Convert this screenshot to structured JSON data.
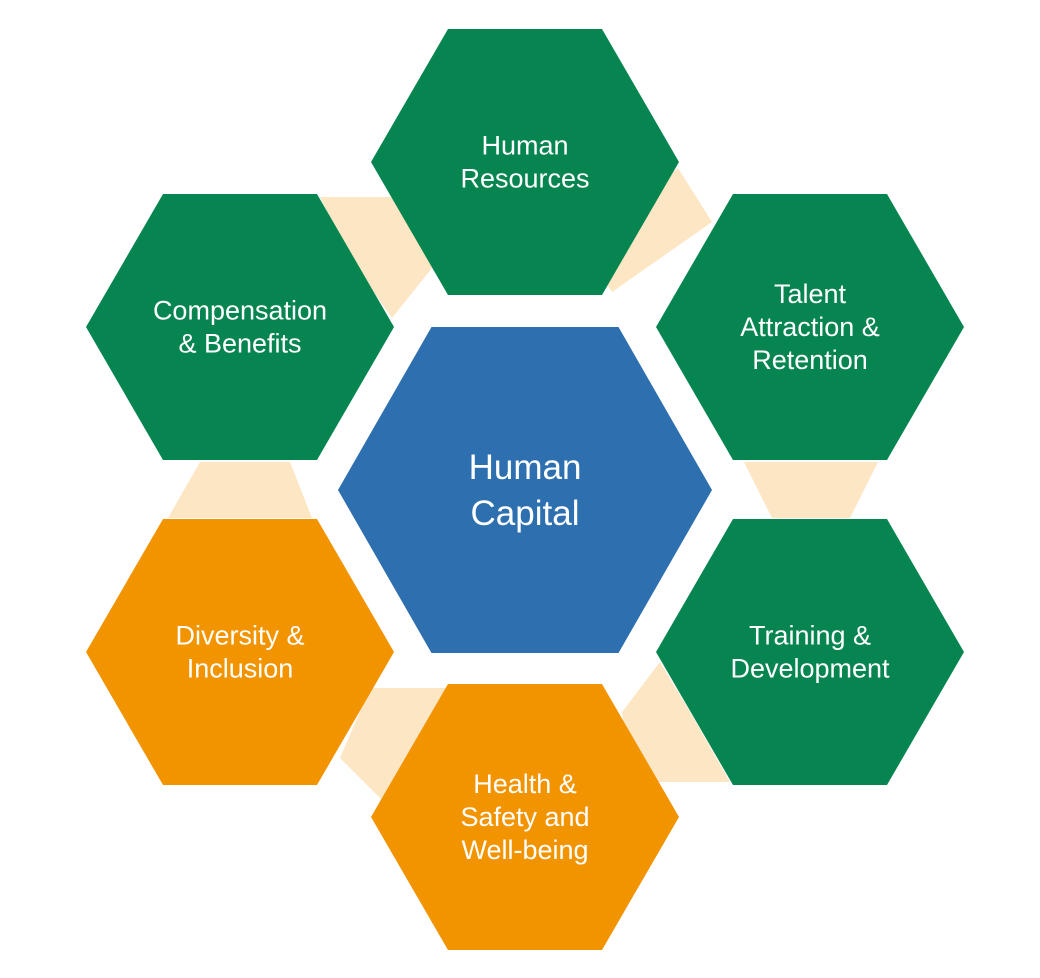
{
  "colors": {
    "center": "#2e6faf",
    "green": "#078550",
    "orange": "#f29300",
    "connector": "#fde6c4",
    "text": "#ffffff"
  },
  "center": {
    "lines": [
      "Human",
      "Capital"
    ]
  },
  "nodes": [
    {
      "id": "human-resources",
      "lines": [
        "Human",
        "Resources"
      ],
      "color": "green"
    },
    {
      "id": "talent-attraction-retention",
      "lines": [
        "Talent",
        "Attraction &",
        "Retention"
      ],
      "color": "green"
    },
    {
      "id": "training-development",
      "lines": [
        "Training &",
        "Development"
      ],
      "color": "green"
    },
    {
      "id": "health-safety-wellbeing",
      "lines": [
        "Health &",
        "Safety and",
        "Well-being"
      ],
      "color": "orange"
    },
    {
      "id": "diversity-inclusion",
      "lines": [
        "Diversity &",
        "Inclusion"
      ],
      "color": "orange"
    },
    {
      "id": "compensation-benefits",
      "lines": [
        "Compensation",
        "& Benefits"
      ],
      "color": "green"
    }
  ]
}
